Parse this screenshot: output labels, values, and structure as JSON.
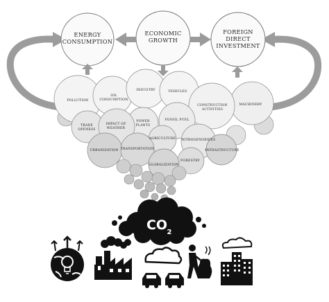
{
  "top_nodes": {
    "energy": [
      "ENERGY",
      "CONSUMPTION"
    ],
    "growth": [
      "ECONOMIC",
      "GROWTH"
    ],
    "fdi": [
      "FOREIGN",
      "DIRECT",
      "INVESTMENT"
    ]
  },
  "factors": {
    "pollution": "POLLUTION",
    "oil": [
      "OIL",
      "CONSUMPTION"
    ],
    "industry": "INDUSTRY",
    "vehicles": "VEHICLES",
    "construction": [
      "CONSTRUCTION",
      "ACTIVITIES"
    ],
    "machinery": "MACHINERY",
    "trade": [
      "TRADE",
      "OPENESS"
    ],
    "weather": [
      "IMPACT OF",
      "WEATHER"
    ],
    "power": [
      "POWER",
      "PLANTS"
    ],
    "fossil": "FOSSIL FUEL",
    "agriculture": "AGRICULTURE",
    "nitrogen": "NITROGENOXIDES",
    "urbanization": "URBANIZATION",
    "transportation": "TRANSPORTATION",
    "infrastructure": "INFRASTRUCTURE",
    "forestry": "FORESTRY",
    "globalization": "GLOBALIZATION"
  },
  "emission": {
    "co2": "CO",
    "sub": "2"
  },
  "colors": {
    "light": "#f2f2f2",
    "mid": "#dcdcdc",
    "dark": "#c4c4c4",
    "arrow": "#999999",
    "black": "#111111"
  },
  "icons": [
    "energy-bulb-globe-icon",
    "factory-icon",
    "cars-smog-icon",
    "person-waste-icon",
    "city-buildings-icon"
  ]
}
